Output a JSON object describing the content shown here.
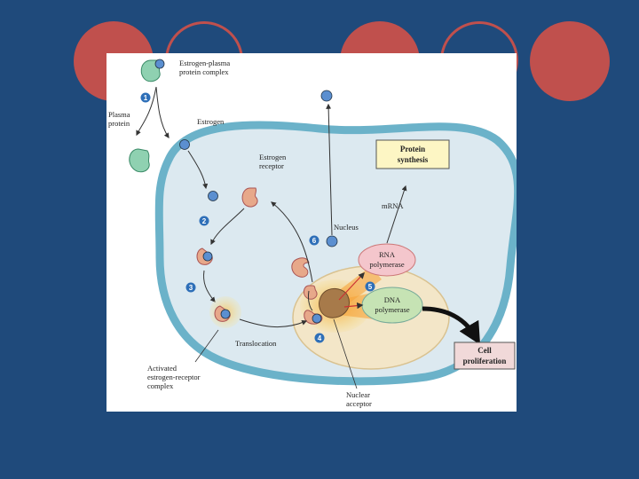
{
  "colors": {
    "background": "#1f4a7b",
    "accent": "#c0504d",
    "cell_membrane": "#6bb2c9",
    "cytoplasm": "#dce9f0",
    "nucleus": "#f3e6c8",
    "receptor": "#e7a88a",
    "estrogen": "#5b8fd0",
    "protein_box": "#fdf6c4",
    "proliferation_box": "#f1d9d9"
  },
  "diagram": {
    "labels": {
      "complex_line1": "Estrogen-plasma",
      "complex_line2": "protein complex",
      "plasma_line1": "Plasma",
      "plasma_line2": "protein",
      "estrogen": "Estrogen",
      "receptor_line1": "Estrogen",
      "receptor_line2": "receptor",
      "protein_line1": "Protein",
      "protein_line2": "synthesis",
      "mrna": "mRNA",
      "nucleus": "Nucleus",
      "rna_line1": "RNA",
      "rna_line2": "polymerase",
      "dna_line1": "DNA",
      "dna_line2": "polymerase",
      "translocation": "Translocation",
      "activated_line1": "Activated",
      "activated_line2": "estrogen-receptor",
      "activated_line3": "complex",
      "cell_line1": "Cell",
      "cell_line2": "proliferation",
      "acceptor_line1": "Nuclear",
      "acceptor_line2": "acceptor"
    },
    "steps": [
      "1",
      "2",
      "3",
      "4",
      "5",
      "6"
    ]
  }
}
